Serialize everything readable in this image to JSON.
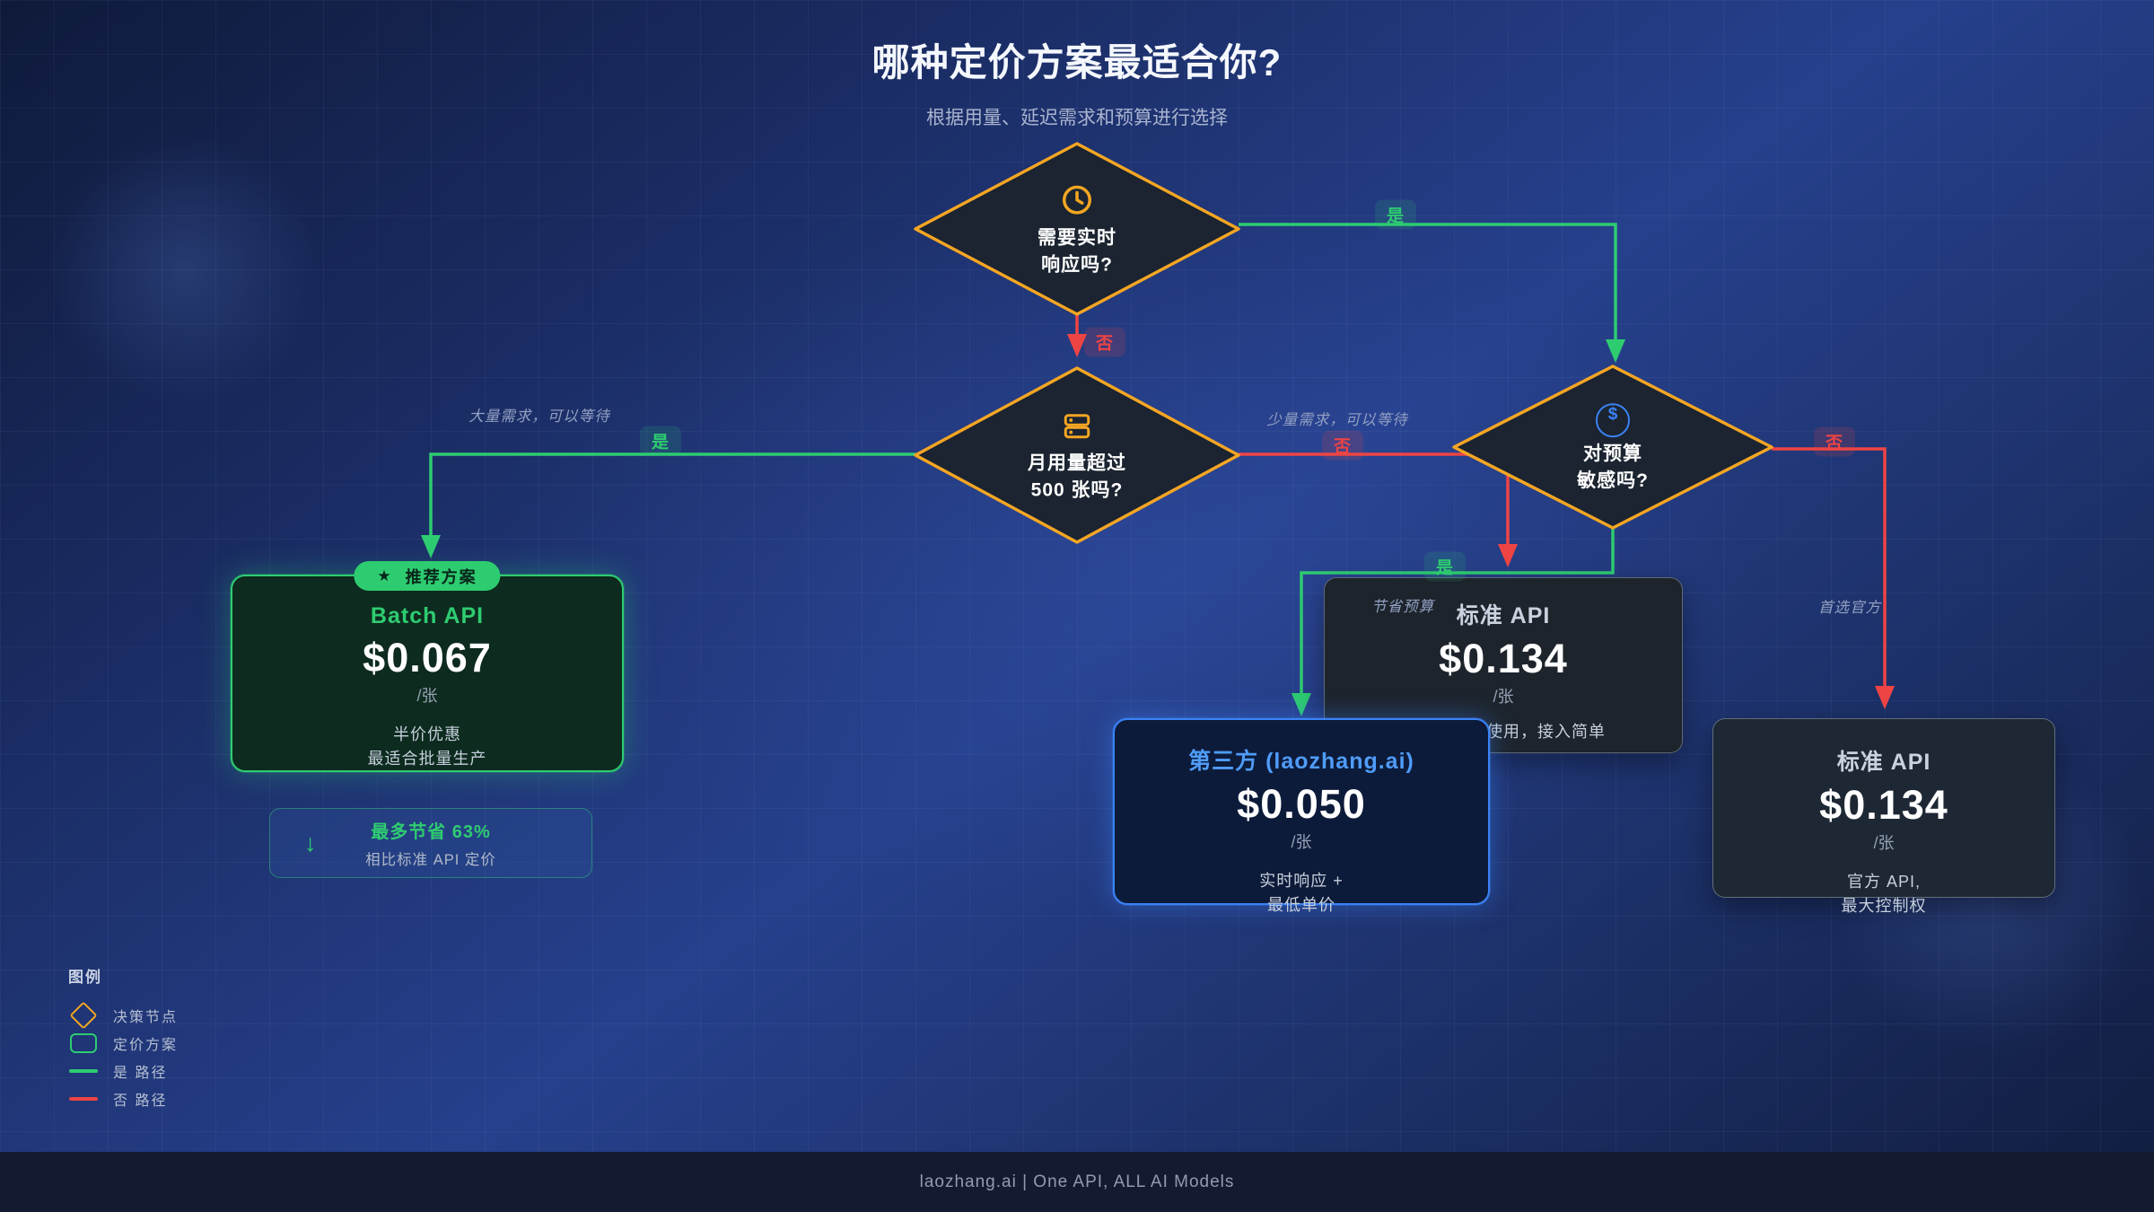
{
  "header": {
    "title": "哪种定价方案最适合你?",
    "subtitle": "根据用量、延迟需求和预算进行选择"
  },
  "labels": {
    "yes": "是",
    "no": "否"
  },
  "decision_nodes": [
    {
      "icon": "clock-icon",
      "line1": "需要实时",
      "line2": "响应吗?"
    },
    {
      "icon": "database-icon",
      "line1": "月用量超过",
      "line2": "500 张吗?"
    },
    {
      "icon": "dollar-icon",
      "line1": "对预算",
      "line2": "敏感吗?"
    }
  ],
  "annotations": {
    "high_volume": "大量需求，可以等待",
    "low_volume": "少量需求，可以等待",
    "save_budget": "节省预算",
    "prefer_official": "首选官方"
  },
  "plan_cards": {
    "batch": {
      "badge": "推荐方案",
      "name": "Batch API",
      "price": "$0.067",
      "unit": "/张",
      "desc1": "半价优惠",
      "desc2": "最适合批量生产"
    },
    "standard_small": {
      "name": "标准 API",
      "price": "$0.134",
      "unit": "/张",
      "desc1": "适合小规模使用，接入简单",
      "desc2": ""
    },
    "third_party": {
      "name": "第三方 (laozhang.ai)",
      "price": "$0.050",
      "unit": "/张",
      "desc1": "实时响应 +",
      "desc2": "最低单价"
    },
    "standard_official": {
      "name": "标准 API",
      "price": "$0.134",
      "unit": "/张",
      "desc1": "官方 API,",
      "desc2": "最大控制权"
    }
  },
  "savings_note": {
    "headline": "最多节省 63%",
    "sub": "相比标准 API 定价"
  },
  "legend": {
    "title": "图例",
    "items": [
      {
        "swatch": "diamond-orange",
        "label": "决策节点"
      },
      {
        "swatch": "rect-green",
        "label": "定价方案"
      },
      {
        "swatch": "line-green",
        "label": "是 路径"
      },
      {
        "swatch": "line-red",
        "label": "否 路径"
      }
    ]
  },
  "footer": {
    "text": "laozhang.ai | One API, ALL AI Models"
  },
  "icons": {
    "star": "★",
    "down_arrow": "↓",
    "dollar": "$"
  },
  "colors": {
    "decision_orange": "#f5a623",
    "yes_green": "#2ecc71",
    "no_red": "#ef4444",
    "third_party_blue": "#3b82f6"
  }
}
